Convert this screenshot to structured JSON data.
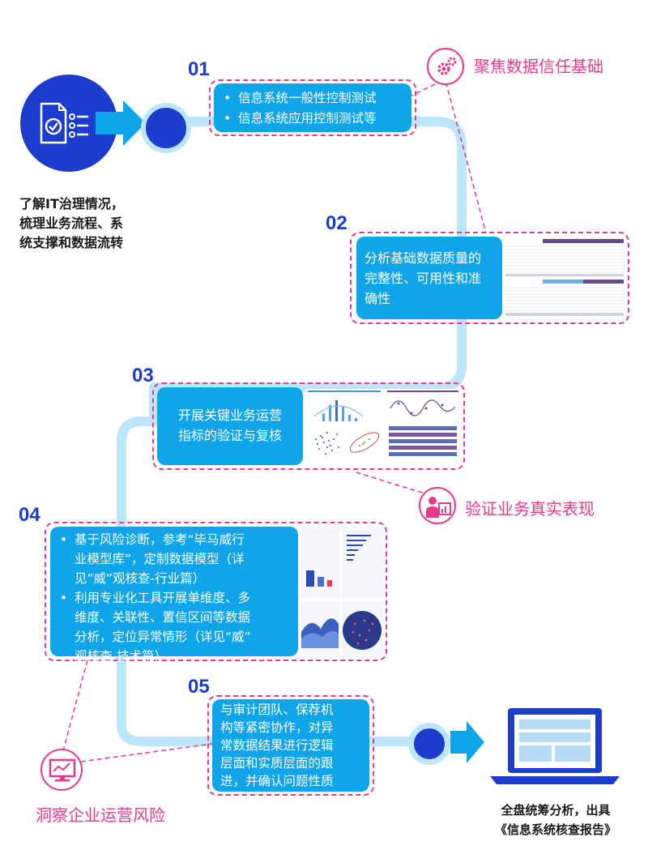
{
  "intro": {
    "lines": [
      "了解IT治理情况，",
      "梳理业务流程、系",
      "统支撑和数据流转"
    ]
  },
  "steps": [
    {
      "number": "01",
      "items": [
        "信息系统一般性控制测试",
        "信息系统应用控制测试等"
      ]
    },
    {
      "number": "02",
      "lines": [
        "分析基础数据质量的",
        "完整性、可用性和准",
        "确性"
      ]
    },
    {
      "number": "03",
      "lines": [
        "开展关键业务运营",
        "指标的验证与复核"
      ]
    },
    {
      "number": "04",
      "items": [
        [
          "基于风险诊断，参考“毕马威行",
          "业模型库”，定制数据模型（详",
          "见“威”观核查-行业篇）"
        ],
        [
          "利用专业化工具开展单维度、多",
          "维度、关联性、置信区间等数据",
          "分析，定位异常情形（详见“威”",
          "观核查-技术篇）"
        ]
      ]
    },
    {
      "number": "05",
      "lines": [
        "与审计团队、保荐机",
        "构等紧密协作，对异",
        "常数据结果进行逻辑",
        "层面和实质层面的跟",
        "进，并确认问题性质"
      ]
    }
  ],
  "callouts": {
    "focus": "聚焦数据信任基础",
    "verify": "验证业务真实表现",
    "insight": "洞察企业运营风险"
  },
  "result": {
    "lines": [
      "全盘统筹分析，出具",
      "《信息系统核查报告》"
    ]
  },
  "icons": {
    "doc": "document-checklist-icon",
    "gears": "gears-icon",
    "person": "presenter-chart-icon",
    "monitor": "monitor-chart-icon",
    "laptop": "laptop-icon"
  },
  "colors": {
    "flow": "#bde6fb",
    "box": "#10a4e8",
    "accent": "#e83a8a",
    "navy": "#1c3ccd"
  }
}
